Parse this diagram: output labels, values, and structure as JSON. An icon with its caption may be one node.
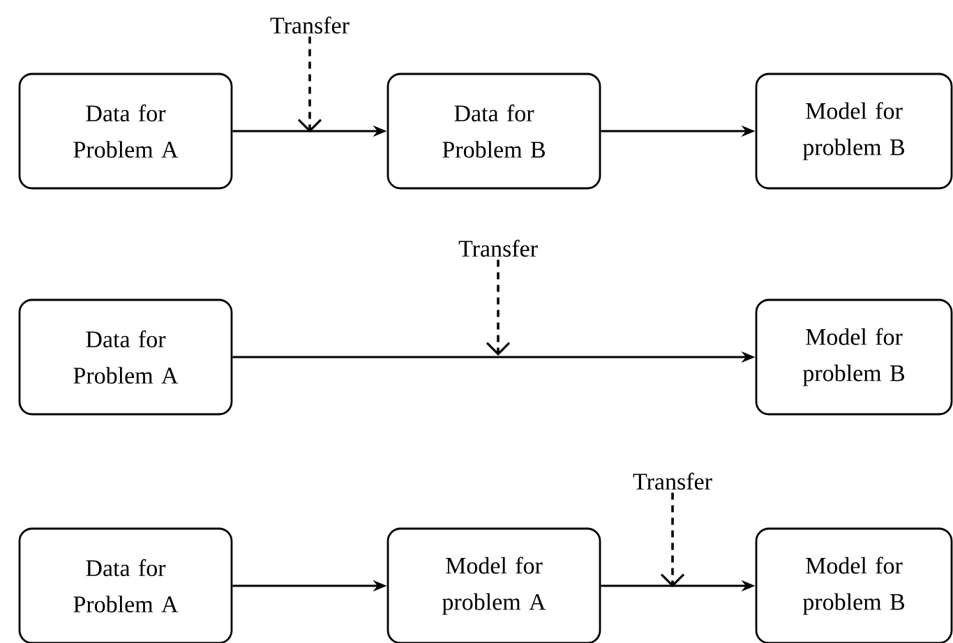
{
  "diagram": {
    "nodes": [
      {
        "text": [
          "Data for Problem A"
        ]
      },
      {
        "text": [
          "Data for Problem B"
        ]
      },
      {
        "text": [
          "Model for problem B"
        ]
      },
      {
        "text": [
          "Transfer"
        ]
      },
      {
        "text": [
          "Data for Problem A"
        ]
      },
      {
        "text": [
          "Model for problem B"
        ]
      },
      {
        "text": [
          "Transfer"
        ]
      },
      {
        "text": [
          "Data for Problem A"
        ]
      },
      {
        "text": [
          "Model for problem A"
        ]
      },
      {
        "text": [
          "Model for problem B"
        ]
      },
      {
        "text": [
          "Transfer"
        ]
      }
    ],
    "edges": [
      {
        "from": 0,
        "to": 1,
        "arrow": "to"
      },
      {
        "from": 1,
        "to": 2,
        "arrow": "to"
      },
      {
        "from": 3,
        "to": null,
        "arrow": "to",
        "style": "dashed"
      },
      {
        "from": 4,
        "to": 5,
        "arrow": "to"
      },
      {
        "from": 6,
        "to": null,
        "arrow": "to",
        "style": "dashed"
      },
      {
        "from": 7,
        "to": 8,
        "arrow": "to"
      },
      {
        "from": 8,
        "to": 9,
        "arrow": "to"
      },
      {
        "from": 10,
        "to": null,
        "arrow": "to",
        "style": "dashed"
      }
    ]
  }
}
